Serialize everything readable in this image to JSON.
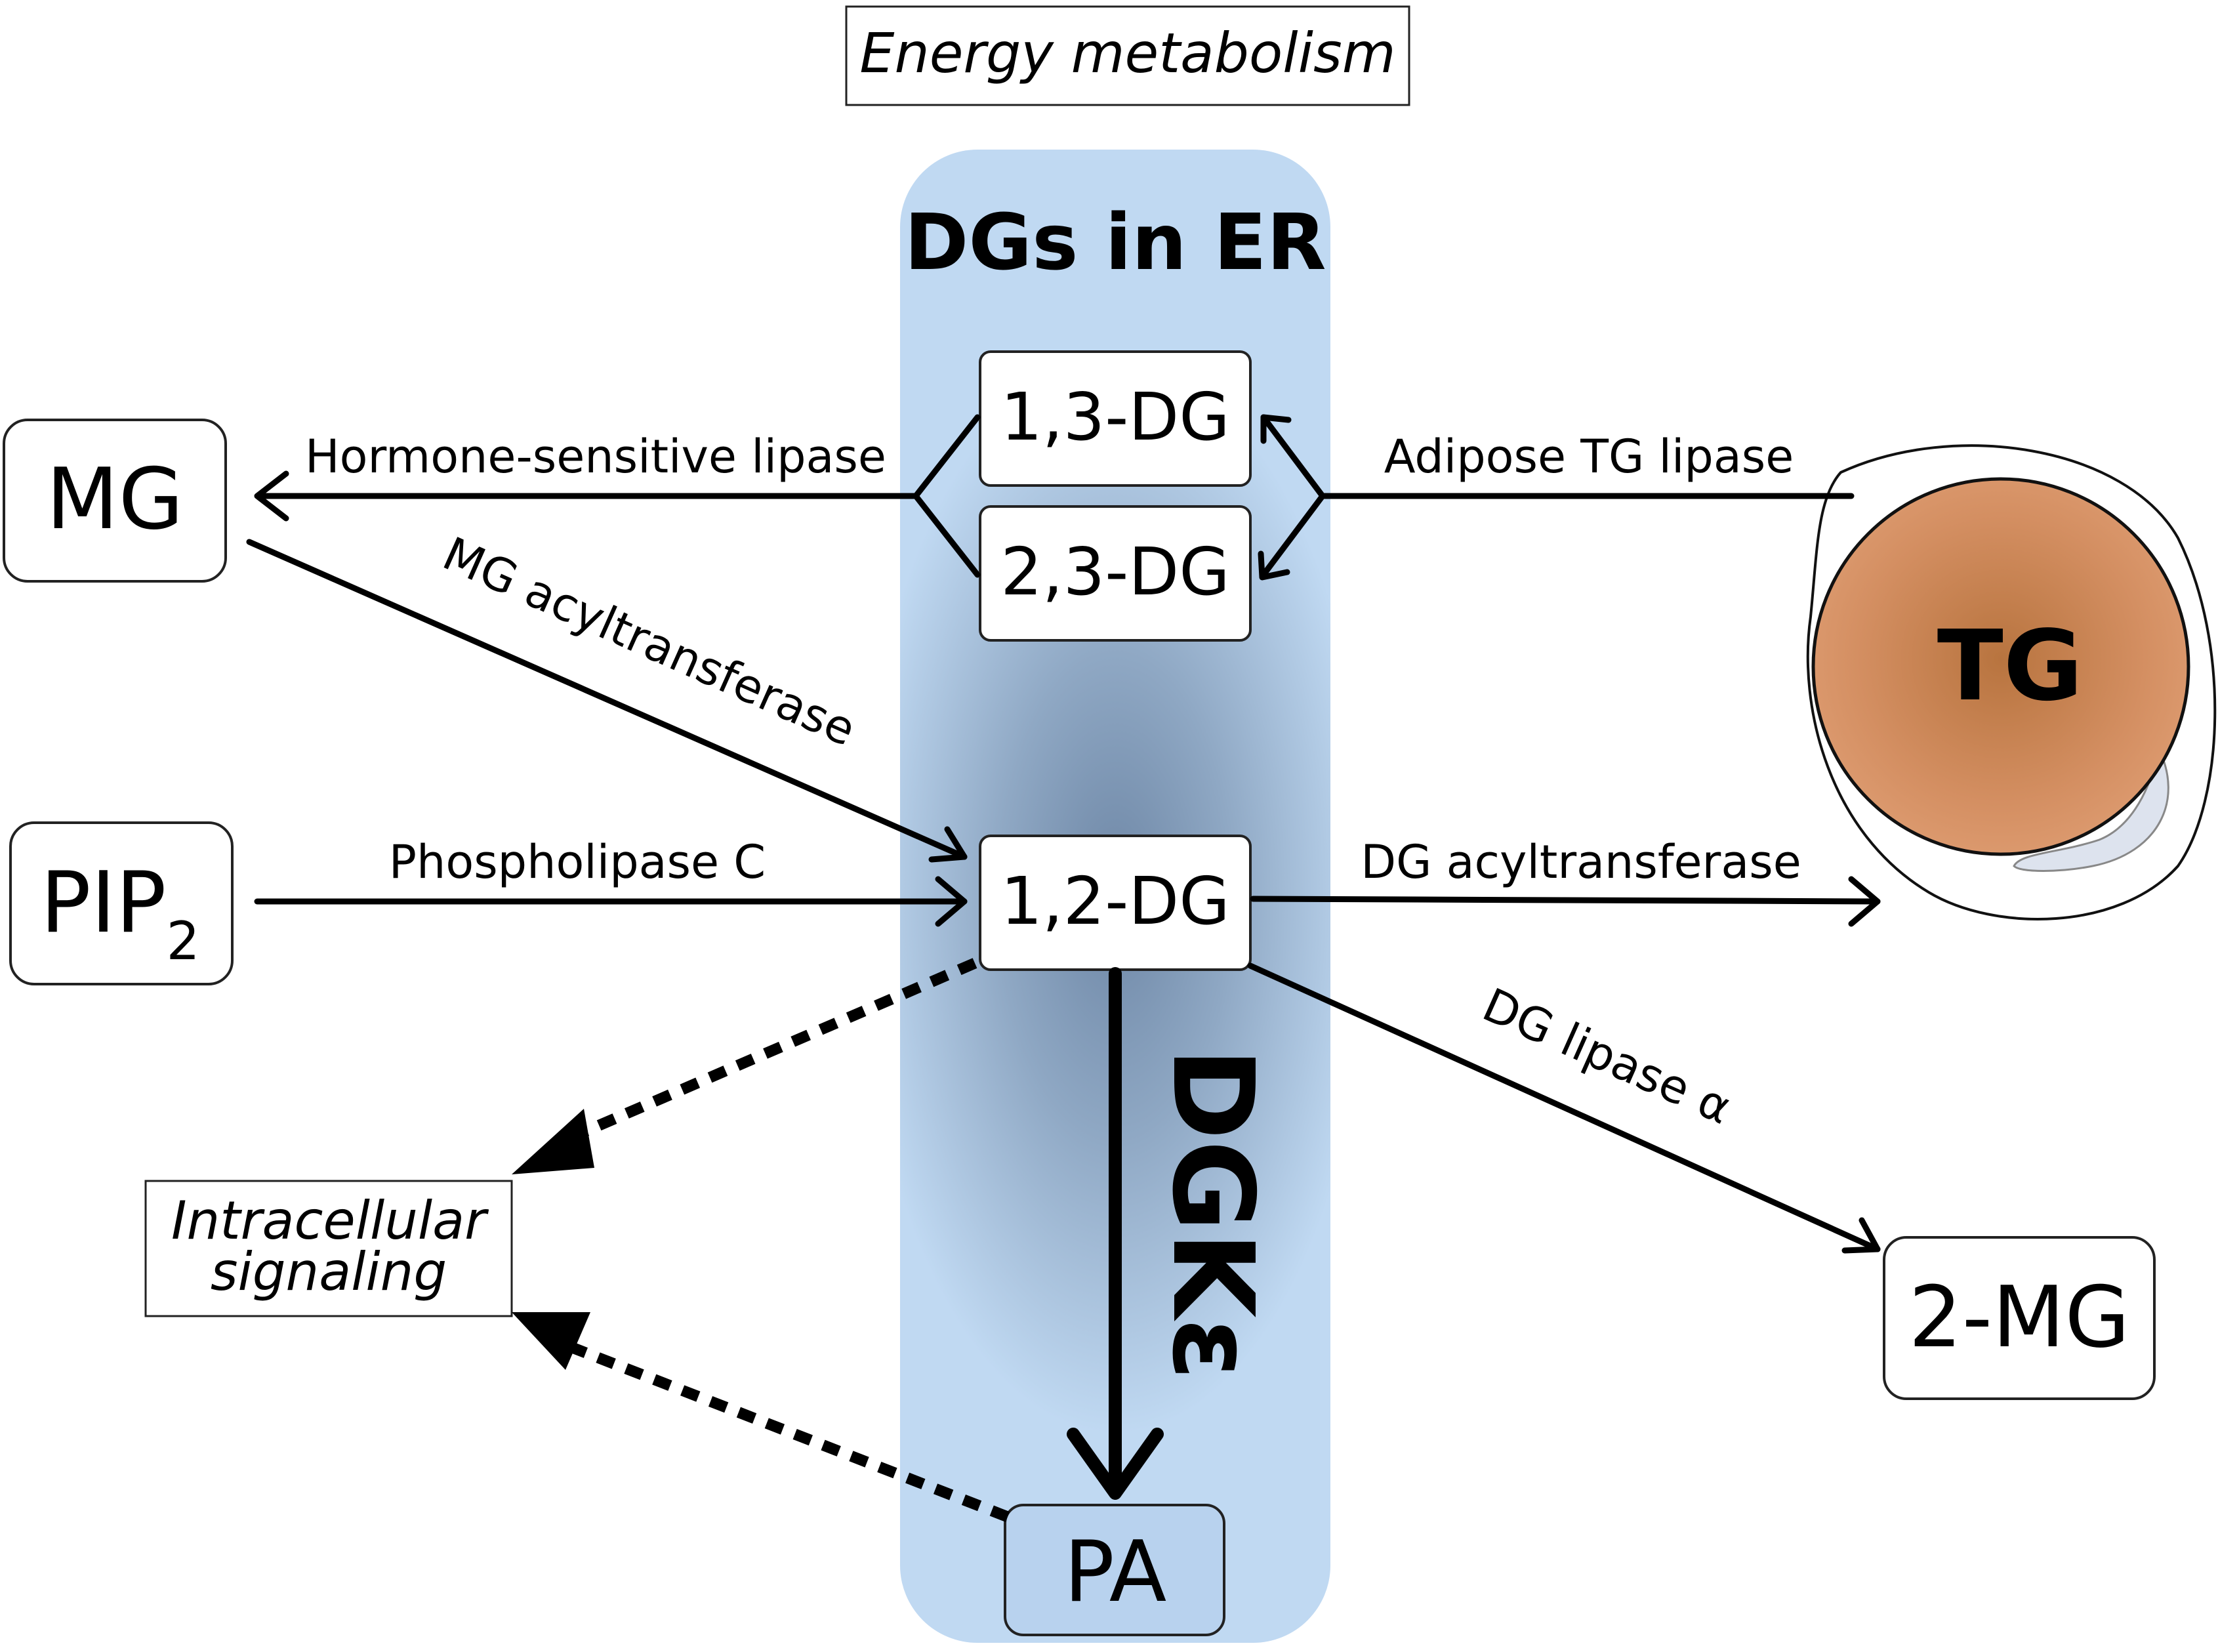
{
  "title": "Energy metabolism",
  "compartment": {
    "label": "DGs in ER",
    "color": "#b9d3ee",
    "center_color": "#6e87a6"
  },
  "nodes": {
    "mg": "MG",
    "pip2_base": "PIP",
    "pip2_sub": "2",
    "dg13": "1,3-DG",
    "dg23": "2,3-DG",
    "dg12": "1,2-DG",
    "tg": "TG",
    "mg2": "2-MG",
    "pa": "PA",
    "intracellular_line1": "Intracellular",
    "intracellular_line2": "signaling"
  },
  "enzymes": {
    "hsl": "Hormone-sensitive lipase",
    "atgl": "Adipose TG lipase",
    "mgat": "MG acyltransferase",
    "plc": "Phospholipase C",
    "dgat": "DG acyltransferase",
    "dgla": "DG lipase α",
    "dgke": "DGKε"
  },
  "colors": {
    "tg_fill": "#d9956a",
    "tg_center": "#b8743f",
    "tg_membrane_highlight": "#dde3ee"
  }
}
